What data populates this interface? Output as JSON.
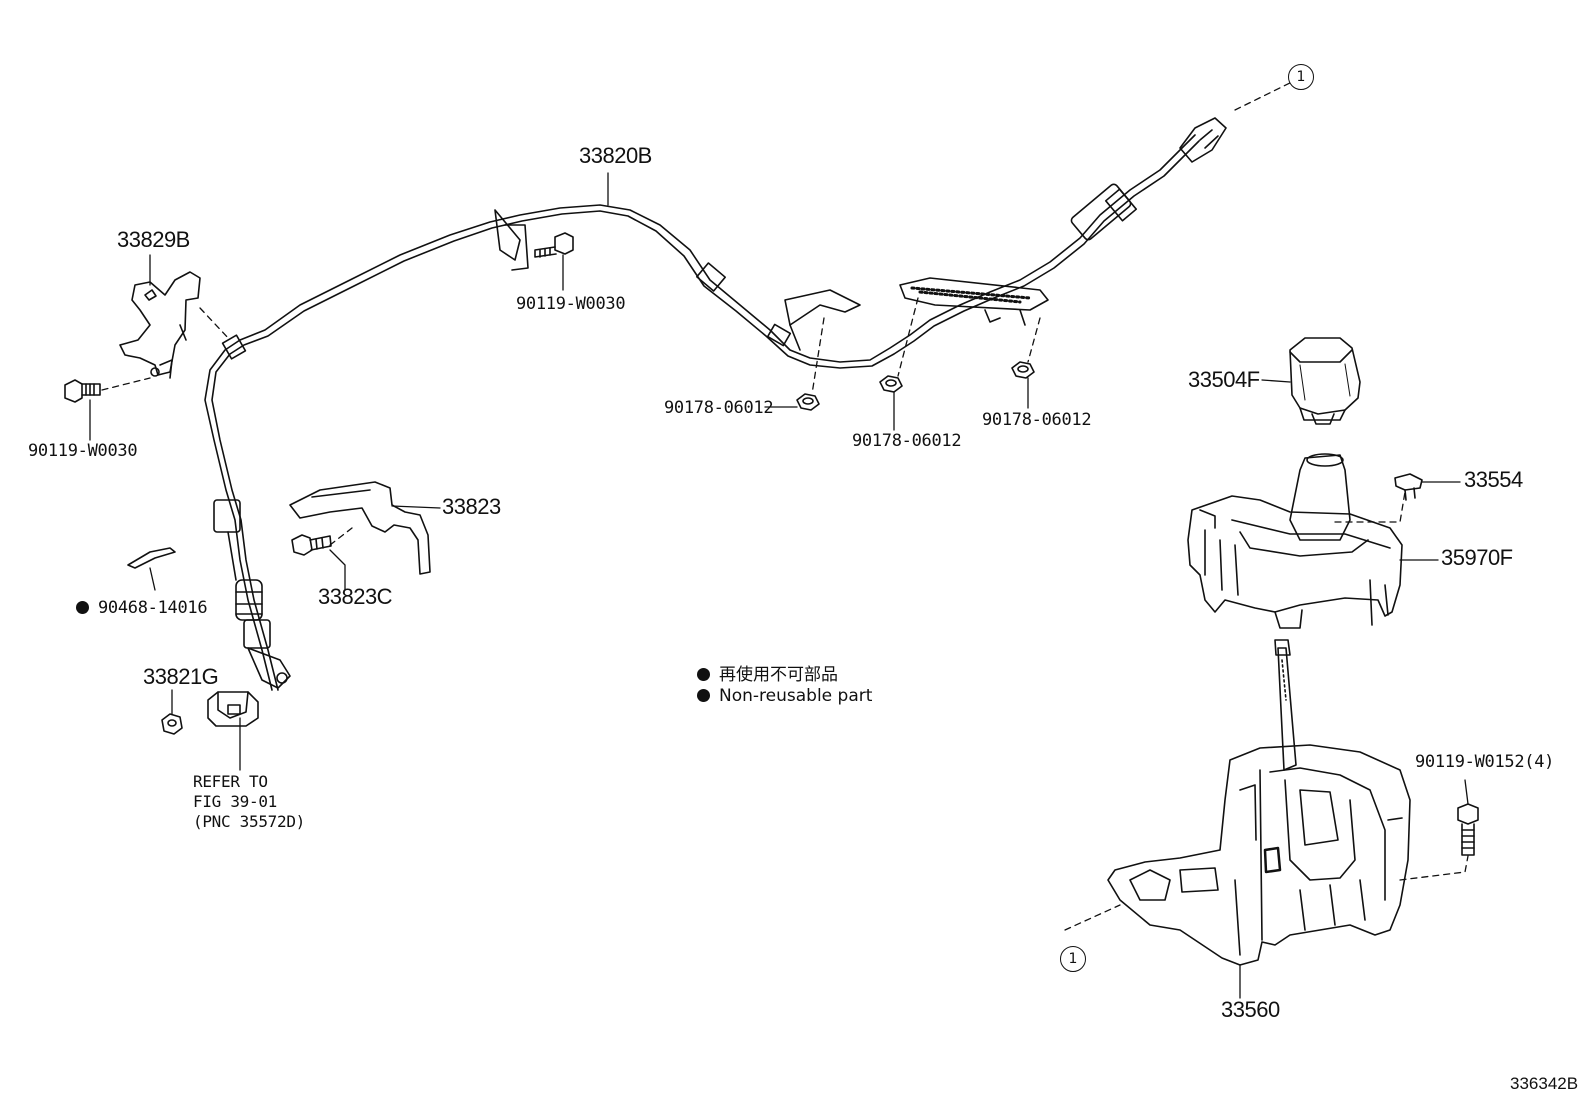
{
  "diagram": {
    "figure_code": "336342B",
    "parts": {
      "p33820B": "33820B",
      "p33829B": "33829B",
      "p90119_a": "90119-W0030",
      "p90119_b": "90119-W0030",
      "p90178_a": "90178-06012",
      "p90178_b": "90178-06012",
      "p90178_c": "90178-06012",
      "p33504F": "33504F",
      "p33554": "33554",
      "p35970F": "35970F",
      "p33823": "33823",
      "p33823C": "33823C",
      "p90468": "90468-14016",
      "p33821G": "33821G",
      "p90119_w0152": "90119-W0152(4)",
      "p33560": "33560"
    },
    "refer": {
      "line1": "REFER TO",
      "line2": "FIG 39-01",
      "line3": "(PNC 35572D)"
    },
    "ref_marker": "1",
    "legend": {
      "jp": "再使用不可部品",
      "en": "Non-reusable part"
    }
  }
}
